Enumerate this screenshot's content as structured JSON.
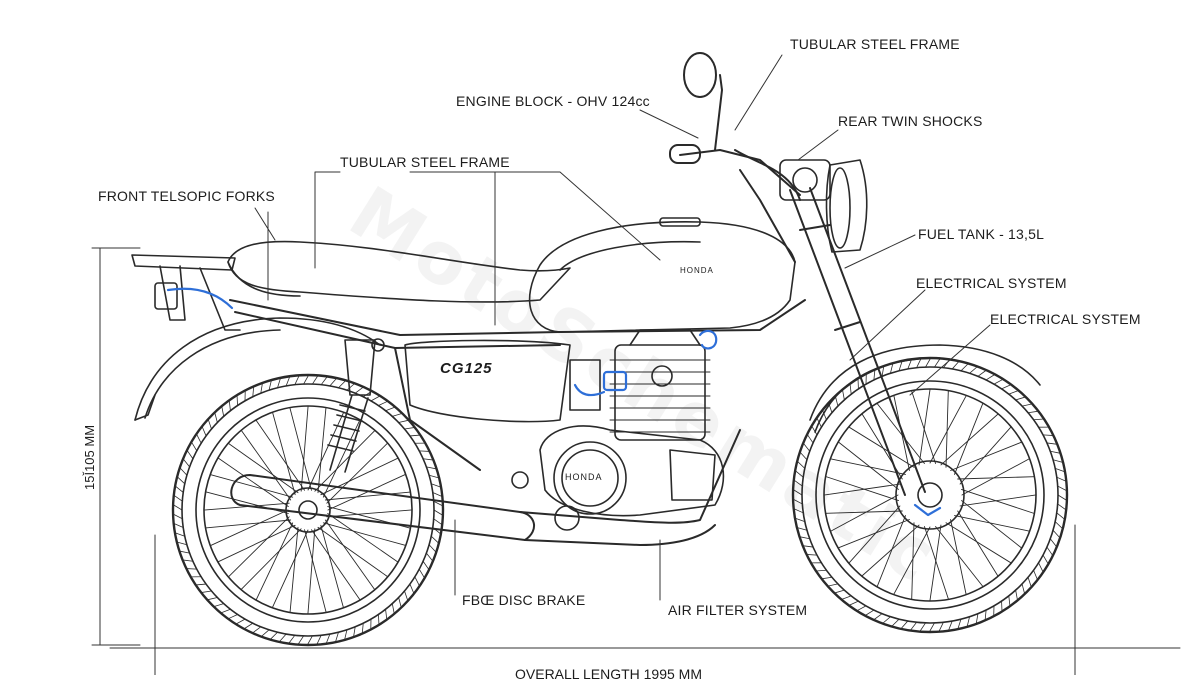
{
  "labels": {
    "frame_top": "TUBULAR STEEL FRAME",
    "engine_block": "ENGINE BLOCK - OHV 124cc",
    "rear_shocks": "REAR TWIN SHOCKS",
    "frame_mid": "TUBULAR STEEL FRAME",
    "front_forks": "FRONT TELSOPIC FORKS",
    "fuel_tank": "FUEL TANK - 13,5L",
    "electrical_1": "ELECTRICAL SYSTEM",
    "electrical_2": "ELECTRICAL SYSTEM",
    "disc_brake": "FBŒ DISC BRAKE",
    "air_filter": "AIR FILTER SYSTEM"
  },
  "dimensions": {
    "height": "15Ǐ105 MM",
    "length": "OVERALL LENGTH 1995 MM"
  },
  "decals": {
    "side_cover": "CG125",
    "engine_case": "HONDA",
    "tank_badge": "HONDA"
  },
  "watermark": "MotoSchematic",
  "colors": {
    "line": "#2a2a2a",
    "accent": "#2e6fd8",
    "background": "#ffffff"
  }
}
